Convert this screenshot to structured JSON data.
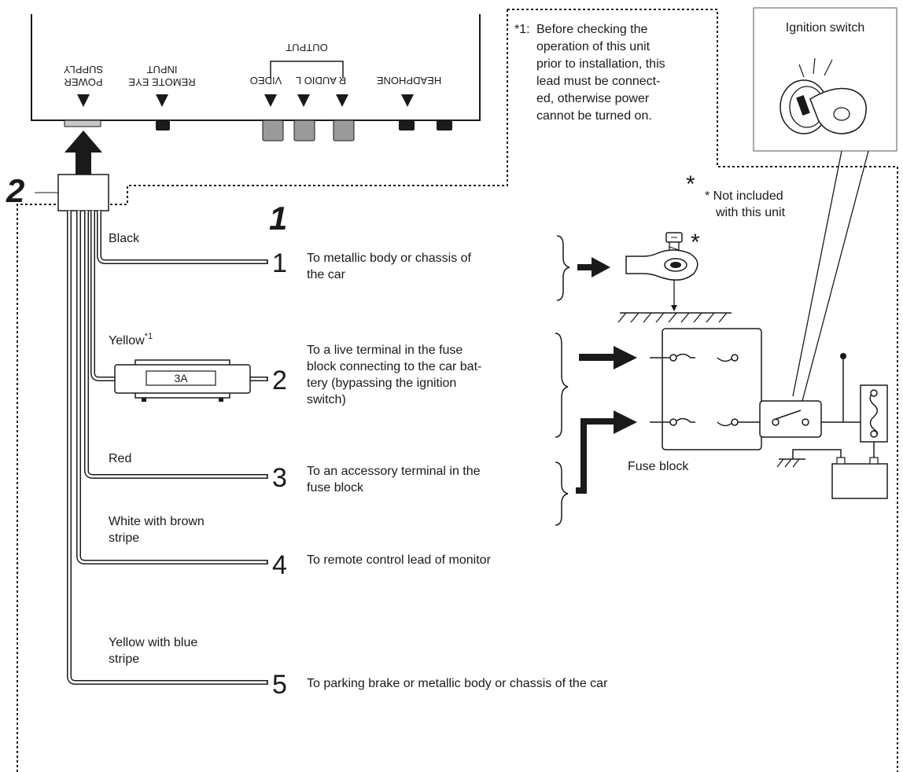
{
  "unit_panel": {
    "power_supply_line1": "POWER",
    "power_supply_line2": "SUPPLY",
    "remote_eye_line1": "REMOTE EYE",
    "remote_eye_line2": "INPUT",
    "output_label": "OUTPUT",
    "video": "VIDEO",
    "audio": "R AUDIO L",
    "headphone": "HEADPHONE"
  },
  "callouts": {
    "connector_number": "2",
    "lead_group_number": "1"
  },
  "note_1": {
    "marker": "*1:",
    "lines": [
      "Before checking the",
      "operation of this unit",
      "prior to installation, this",
      "lead must be connect-",
      "ed, otherwise power",
      "cannot be turned on."
    ]
  },
  "ignition_switch": {
    "label": "Ignition switch"
  },
  "not_included": {
    "star": "*",
    "lines": [
      "* Not included",
      "with this unit"
    ]
  },
  "fuse": {
    "rating": "3A"
  },
  "fuse_block_label": "Fuse block",
  "leads": [
    {
      "color_lines": [
        "Black"
      ],
      "color_sup": "",
      "number": "1",
      "dest_lines": [
        "To metallic body or chassis of",
        "the car"
      ]
    },
    {
      "color_lines": [
        "Yellow"
      ],
      "color_sup": "*1",
      "number": "2",
      "dest_lines": [
        "To a live terminal in the fuse",
        "block connecting to the car bat-",
        "tery (bypassing the ignition",
        "switch)"
      ]
    },
    {
      "color_lines": [
        "Red"
      ],
      "color_sup": "",
      "number": "3",
      "dest_lines": [
        "To an accessory terminal in the",
        "fuse block"
      ]
    },
    {
      "color_lines": [
        "White with brown",
        "stripe"
      ],
      "color_sup": "",
      "number": "4",
      "dest_lines": [
        "To remote control lead of monitor"
      ]
    },
    {
      "color_lines": [
        "Yellow with blue",
        "stripe"
      ],
      "color_sup": "",
      "number": "5",
      "dest_lines": [
        "To parking brake or metallic body or chassis of the car"
      ]
    }
  ]
}
